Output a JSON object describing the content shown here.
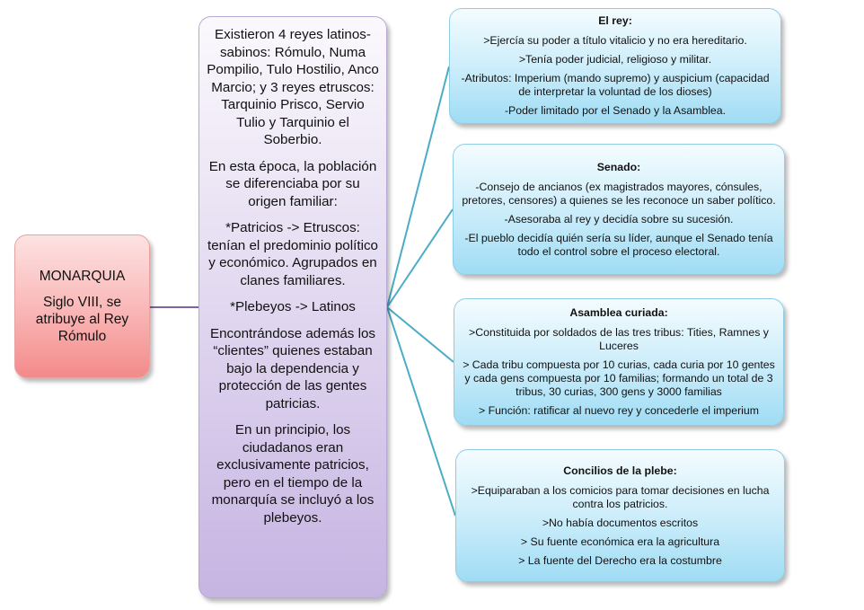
{
  "colors": {
    "root_fill": "#f9b5b5",
    "center_fill": "#e4dbf1",
    "leaf_fill": "#c9ecfa",
    "connector_root": "#8064a2",
    "connector_leaves": "#4bacc6"
  },
  "root": {
    "title": "MONARQUIA",
    "subtitle": "Siglo VIII, se atribuye al Rey Rómulo"
  },
  "center": {
    "paragraphs": [
      "Existieron 4 reyes latinos-sabinos: Rómulo, Numa Pompilio, Tulo Hostilio, Anco Marcio; y 3 reyes etruscos: Tarquinio Prisco, Servio Tulio y Tarquinio el Soberbio.",
      "En esta época, la población se diferenciaba por su origen familiar:",
      "*Patricios -> Etruscos: tenían el predominio político y económico. Agrupados en clanes familiares.",
      "*Plebeyos -> Latinos",
      "Encontrándose además los “clientes” quienes estaban bajo la dependencia y protección de las gentes patricias.",
      "En un principio, los ciudadanos eran exclusivamente patricios, pero en el tiempo de la monarquía se incluyó a los plebeyos."
    ]
  },
  "leaves": {
    "rey": {
      "title": "El rey:",
      "items": [
        ">Ejercía su poder a título vitalicio y no era hereditario.",
        ">Tenía poder judicial, religioso y militar.",
        "-Atributos: Imperium (mando supremo) y auspicium (capacidad de interpretar la voluntad de los dioses)",
        "-Poder limitado por el Senado y la Asamblea."
      ]
    },
    "senado": {
      "title": "Senado:",
      "items": [
        "-Consejo de ancianos (ex magistrados mayores, cónsules, pretores, censores) a quienes se les reconoce un saber político.",
        "-Asesoraba al rey y decidía sobre su sucesión.",
        "-El pueblo decidía quién sería su líder, aunque el Senado tenía todo el control sobre el proceso electoral."
      ]
    },
    "asamblea": {
      "title": "Asamblea curiada:",
      "items": [
        ">Constituida por soldados de las tres tribus: Tities, Ramnes y Luceres",
        "> Cada tribu compuesta por 10 curias, cada curia por 10 gentes y cada gens compuesta por 10 familias; formando un total de 3 tribus, 30 curias, 300 gens y 3000 familias",
        "> Función: ratificar al nuevo rey y concederle el imperium"
      ]
    },
    "concilios": {
      "title": "Concilios de la plebe:",
      "items": [
        ">Equiparaban a los comicios para tomar decisiones en lucha contra los patricios.",
        ">No había documentos escritos",
        "> Su fuente económica era la agricultura",
        "> La fuente del Derecho era la costumbre"
      ]
    }
  }
}
